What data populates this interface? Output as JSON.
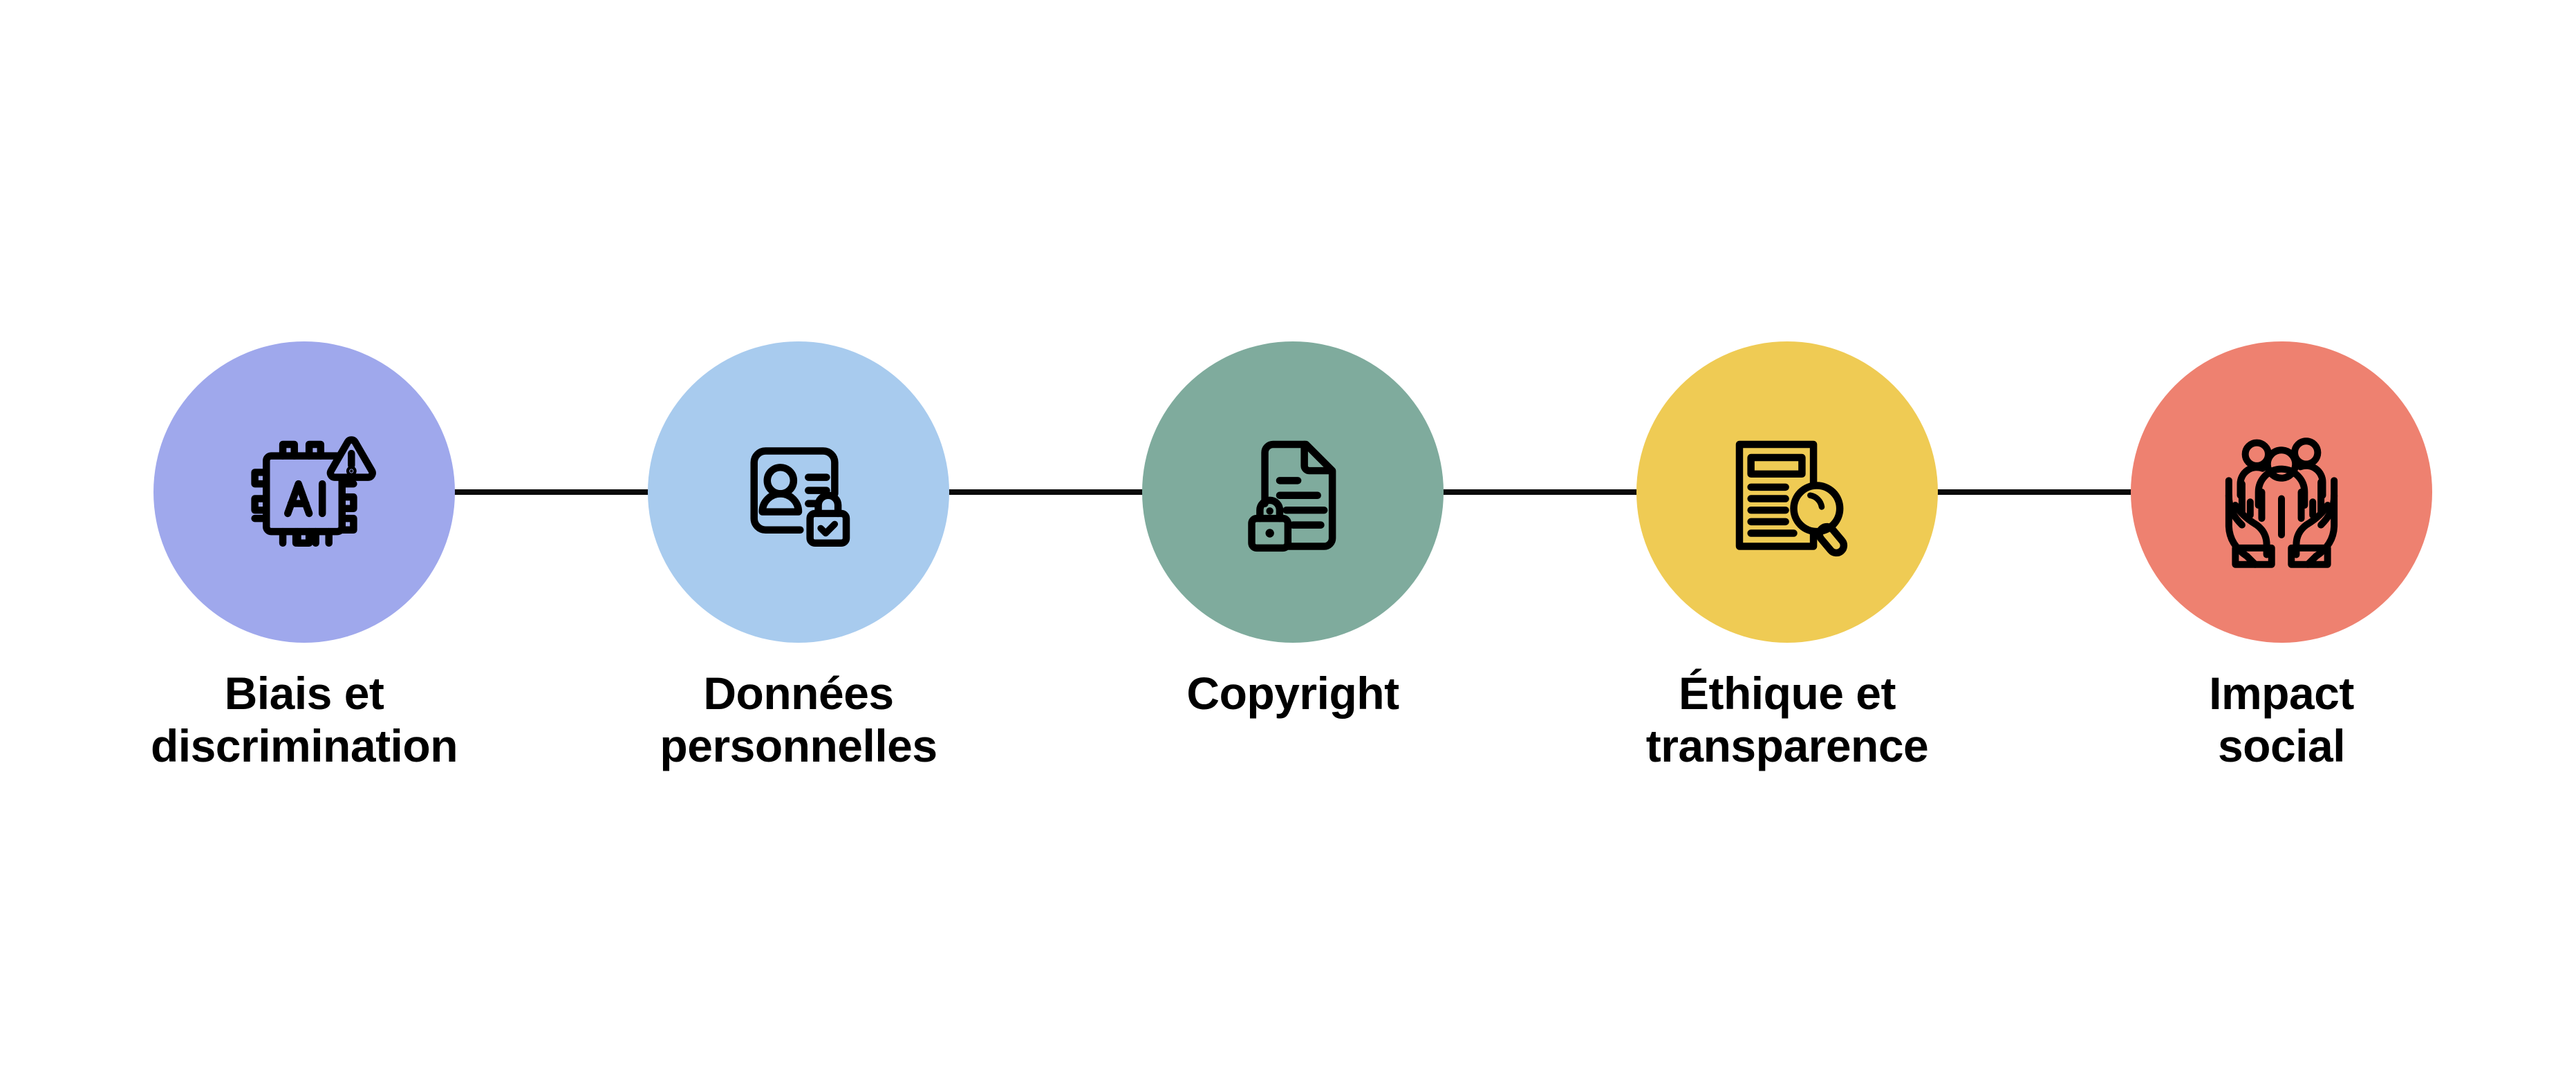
{
  "diagram": {
    "type": "horizontal-process-flow",
    "orientation": "horizontal",
    "background_color": "#ffffff",
    "connector_color": "#0a0a0a",
    "icon_stroke_color": "#000000",
    "label_color": "#000000",
    "step_count": 5
  },
  "steps": [
    {
      "index": 1,
      "label": "Biais et\ndiscrimination",
      "label_lines": [
        "Biais et",
        "discrimination"
      ],
      "circle_color": "#9fa8ec",
      "icon": "ai-chip-warning-icon",
      "icon_description": "Microchip labelled AI with a warning triangle"
    },
    {
      "index": 2,
      "label": "Données\npersonnelles",
      "label_lines": [
        "Données",
        "personnelles"
      ],
      "circle_color": "#a8cbee",
      "icon": "id-card-lock-icon",
      "icon_description": "Identity card with person and padlock with check"
    },
    {
      "index": 3,
      "label": "Copyright",
      "label_lines": [
        "Copyright"
      ],
      "circle_color": "#7fab9d",
      "icon": "document-lock-icon",
      "icon_description": "Document with folded corner and padlock"
    },
    {
      "index": 4,
      "label": "Éthique et\ntransparence",
      "label_lines": [
        "Éthique et",
        "transparence"
      ],
      "circle_color": "#efcb54",
      "icon": "document-magnifier-icon",
      "icon_description": "Document with magnifying glass for audit"
    },
    {
      "index": 5,
      "label": "Impact\nsocial",
      "label_lines": [
        "Impact",
        "social"
      ],
      "circle_color": "#ee8170",
      "icon": "hands-holding-people-icon",
      "icon_description": "Two hands cradling three people"
    }
  ],
  "connectors": [
    {
      "from": 1,
      "to": 2
    },
    {
      "from": 2,
      "to": 3
    },
    {
      "from": 3,
      "to": 4
    },
    {
      "from": 4,
      "to": 5
    }
  ]
}
